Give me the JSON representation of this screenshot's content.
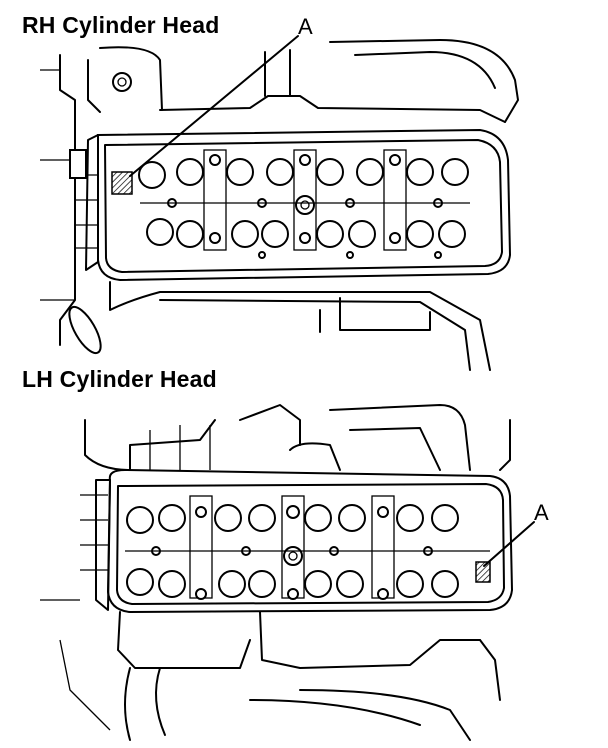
{
  "rh": {
    "title": "RH Cylinder Head",
    "callout": "A"
  },
  "lh": {
    "title": "LH Cylinder Head",
    "callout": "A"
  },
  "colors": {
    "line": "#000000",
    "background": "#ffffff"
  }
}
